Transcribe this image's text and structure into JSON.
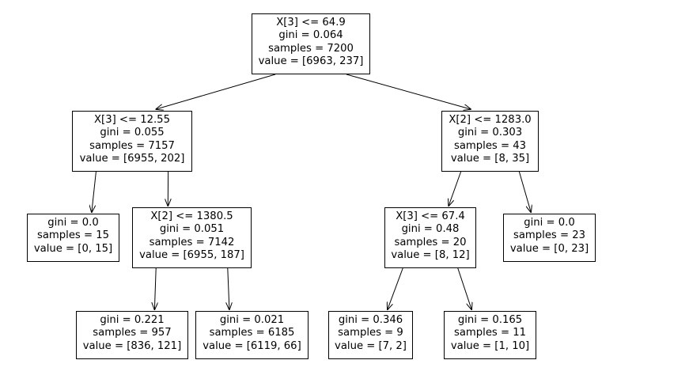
{
  "tree": {
    "nodes": [
      {
        "id": "n0",
        "lines": [
          "X[3] <= 64.9",
          "gini = 0.064",
          "samples = 7200",
          "value = [6963, 237]"
        ]
      },
      {
        "id": "n1",
        "lines": [
          "X[3] <= 12.55",
          "gini = 0.055",
          "samples = 7157",
          "value = [6955, 202]"
        ]
      },
      {
        "id": "n2",
        "lines": [
          "gini = 0.0",
          "samples = 15",
          "value = [0, 15]"
        ]
      },
      {
        "id": "n3",
        "lines": [
          "X[2] <= 1380.5",
          "gini = 0.051",
          "samples = 7142",
          "value = [6955, 187]"
        ]
      },
      {
        "id": "n4",
        "lines": [
          "gini = 0.221",
          "samples = 957",
          "value = [836, 121]"
        ]
      },
      {
        "id": "n5",
        "lines": [
          "gini = 0.021",
          "samples = 6185",
          "value = [6119, 66]"
        ]
      },
      {
        "id": "n6",
        "lines": [
          "X[2] <= 1283.0",
          "gini = 0.303",
          "samples = 43",
          "value = [8, 35]"
        ]
      },
      {
        "id": "n7",
        "lines": [
          "X[3] <= 67.4",
          "gini = 0.48",
          "samples = 20",
          "value = [8, 12]"
        ]
      },
      {
        "id": "n8",
        "lines": [
          "gini = 0.346",
          "samples = 9",
          "value = [7, 2]"
        ]
      },
      {
        "id": "n9",
        "lines": [
          "gini = 0.165",
          "samples = 11",
          "value = [1, 10]"
        ]
      },
      {
        "id": "n10",
        "lines": [
          "gini = 0.0",
          "samples = 23",
          "value = [0, 23]"
        ]
      }
    ],
    "edges": [
      [
        "n0",
        "n1"
      ],
      [
        "n0",
        "n6"
      ],
      [
        "n1",
        "n2"
      ],
      [
        "n1",
        "n3"
      ],
      [
        "n3",
        "n4"
      ],
      [
        "n3",
        "n5"
      ],
      [
        "n6",
        "n7"
      ],
      [
        "n6",
        "n10"
      ],
      [
        "n7",
        "n8"
      ],
      [
        "n7",
        "n9"
      ]
    ]
  }
}
